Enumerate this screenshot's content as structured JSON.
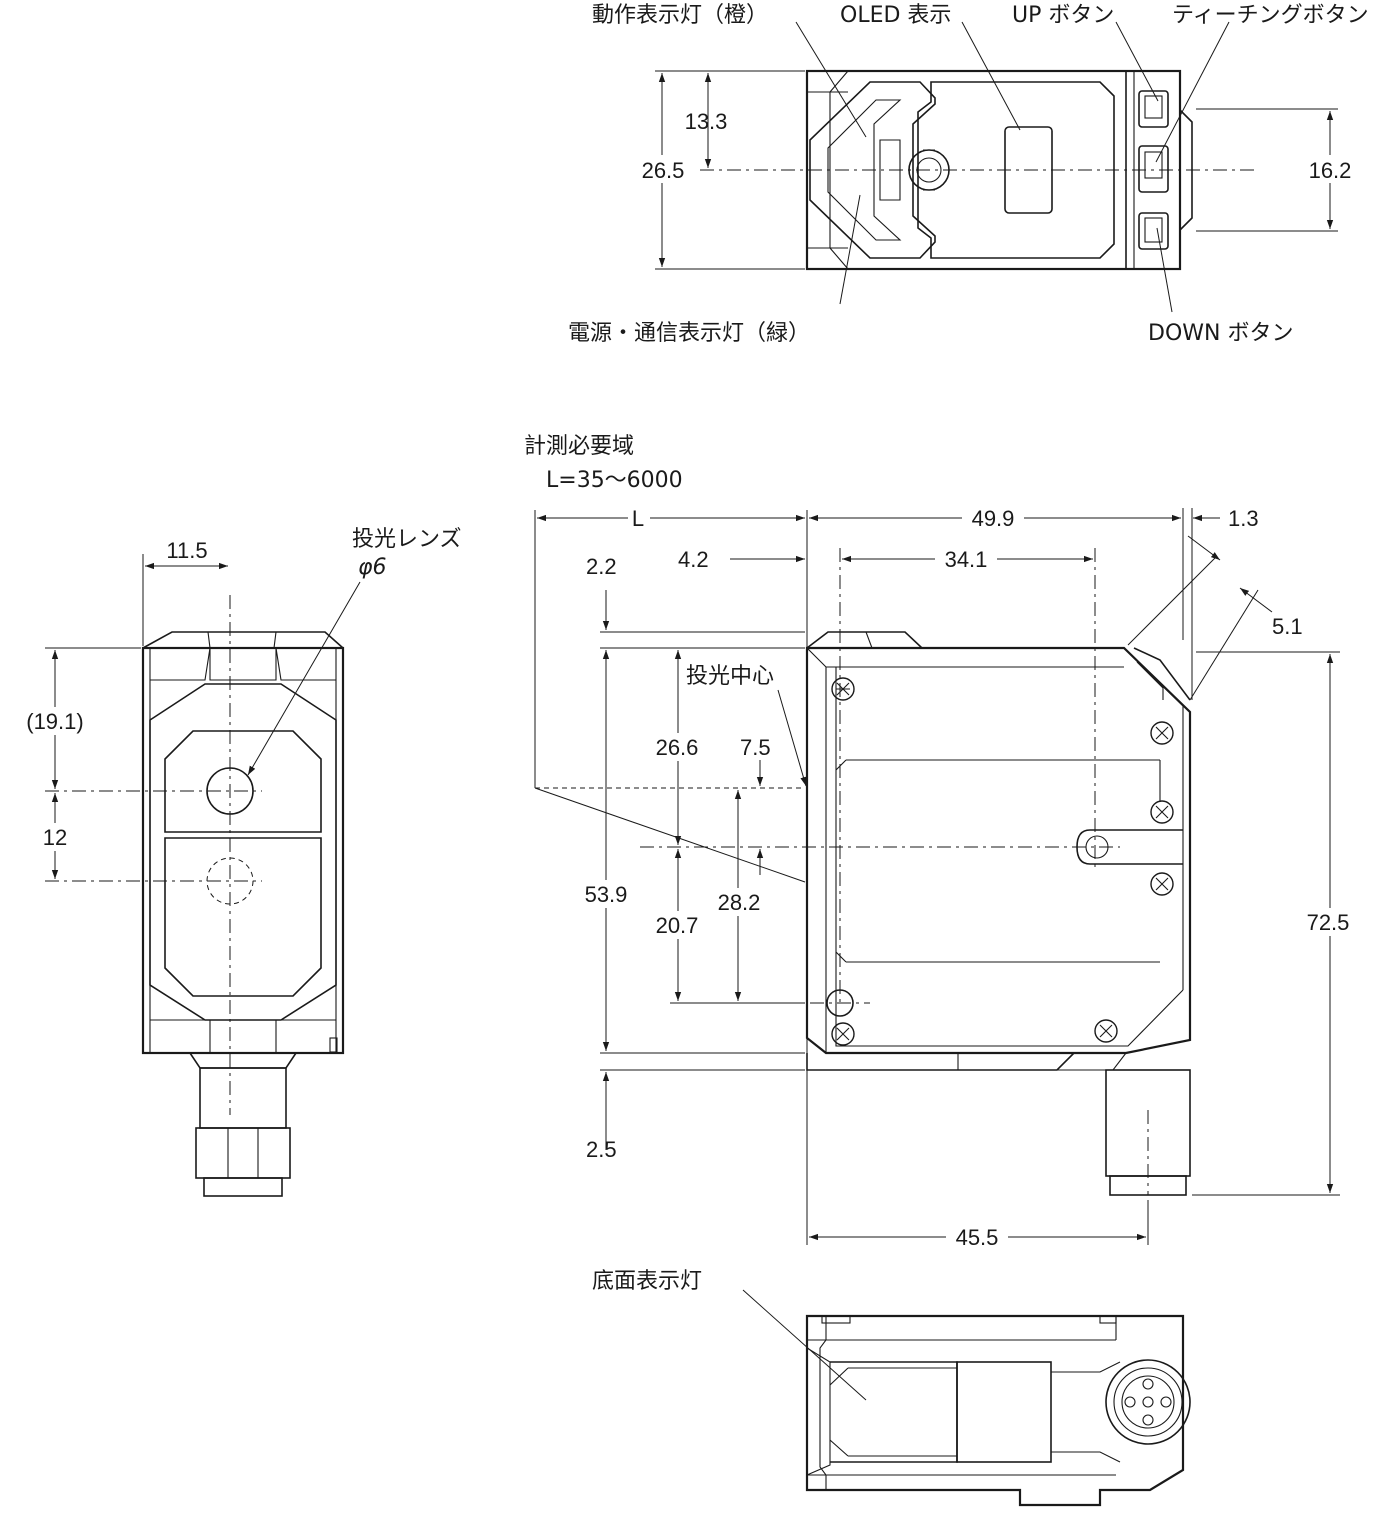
{
  "top_view": {
    "labels": {
      "op_indicator": "動作表示灯（橙）",
      "oled": "OLED 表示",
      "up_button": "UP ボタン",
      "teach_button": "ティーチングボタン",
      "power_indicator": "電源・通信表示灯（緑）",
      "down_button": "DOWN ボタン"
    },
    "dims": {
      "d13_3": "13.3",
      "d26_5": "26.5",
      "d16_2": "16.2"
    }
  },
  "front_view": {
    "labels": {
      "lens": "投光レンズ",
      "lens_dia": "φ6"
    },
    "dims": {
      "d11_5": "11.5",
      "d19_1": "(19.1)",
      "d12": "12"
    }
  },
  "side_view": {
    "labels": {
      "area_title": "計測必要域",
      "area_range": "L=35～6000",
      "emit_center": "投光中心"
    },
    "dims": {
      "L": "L",
      "d49_9": "49.9",
      "d1_3": "1.3",
      "d4_2": "4.2",
      "d34_1": "34.1",
      "d5_1": "5.1",
      "d2_2": "2.2",
      "d26_6": "26.6",
      "d7_5": "7.5",
      "d53_9": "53.9",
      "d28_2": "28.2",
      "d20_7": "20.7",
      "d72_5": "72.5",
      "d2_5": "2.5",
      "d45_5": "45.5"
    }
  },
  "bottom_view": {
    "labels": {
      "bottom_indicator": "底面表示灯"
    }
  }
}
